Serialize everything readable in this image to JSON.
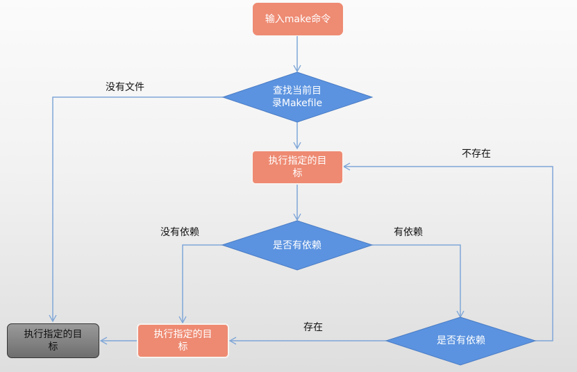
{
  "diagram": {
    "nodes": {
      "start": {
        "label": "输入make命令",
        "shape": "rounded-rect",
        "color": "#ee8b73"
      },
      "find_makefile": {
        "label_line1": "查找当前目",
        "label_line2": "录Makefile",
        "shape": "diamond",
        "color": "#5b93e0"
      },
      "exec_target_1": {
        "label_line1": "执行指定的目",
        "label_line2": "标",
        "shape": "rounded-rect",
        "color": "#ee8a72"
      },
      "has_deps_1": {
        "label": "是否有依赖",
        "shape": "diamond",
        "color": "#5b93e0"
      },
      "has_deps_2": {
        "label": "是否有依赖",
        "shape": "diamond",
        "color": "#5b93e0"
      },
      "exec_target_2": {
        "label_line1": "执行指定的目",
        "label_line2": "标",
        "shape": "rounded-rect",
        "color": "#ee8a72"
      },
      "exec_target_final": {
        "label_line1": "执行指定的目",
        "label_line2": "标",
        "shape": "rounded-rect",
        "color": "#808080"
      }
    },
    "edge_labels": {
      "no_file": "没有文件",
      "not_exist": "不存在",
      "no_deps": "没有依赖",
      "has_deps": "有依赖",
      "exist": "存在"
    },
    "edge_color": "#7ea6d8"
  }
}
